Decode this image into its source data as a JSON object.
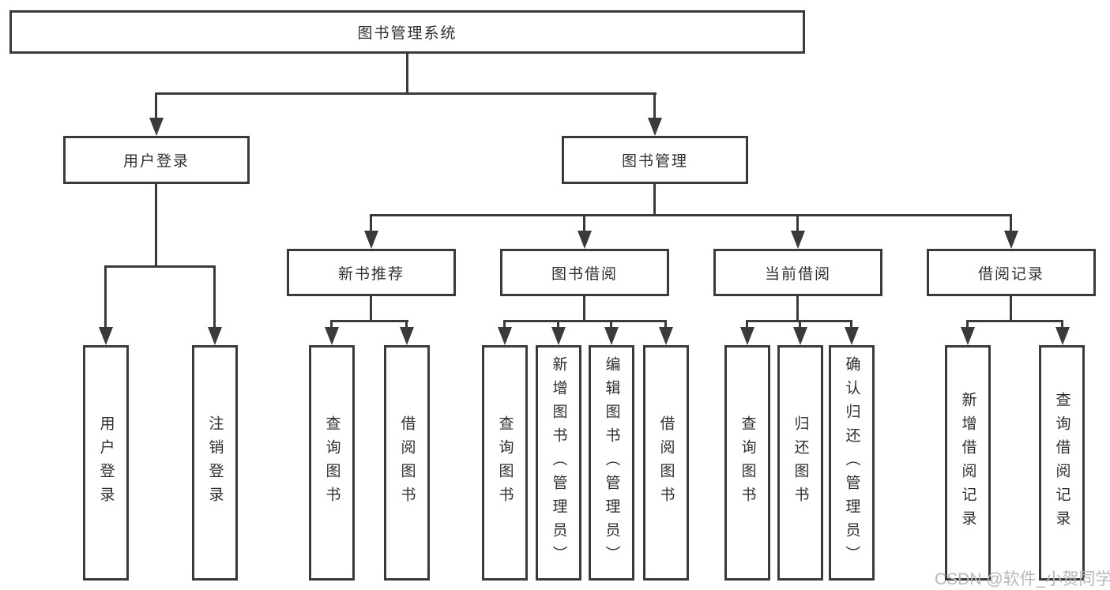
{
  "tree": {
    "root": {
      "label": "图书管理系统"
    },
    "branches": [
      {
        "label": "用户登录",
        "children": [
          {
            "label": "用户登录"
          },
          {
            "label": "注销登录"
          }
        ]
      },
      {
        "label": "图书管理",
        "children": [
          {
            "label": "新书推荐",
            "children": [
              {
                "label": "查询图书"
              },
              {
                "label": "借阅图书"
              }
            ]
          },
          {
            "label": "图书借阅",
            "children": [
              {
                "label": "查询图书"
              },
              {
                "label": "新增图书（管理员）"
              },
              {
                "label": "编辑图书（管理员）"
              },
              {
                "label": "借阅图书"
              }
            ]
          },
          {
            "label": "当前借阅",
            "children": [
              {
                "label": "查询图书"
              },
              {
                "label": "归还图书"
              },
              {
                "label": "确认归还（管理员）"
              }
            ]
          },
          {
            "label": "借阅记录",
            "children": [
              {
                "label": "新增借阅记录"
              },
              {
                "label": "查询借阅记录"
              }
            ]
          }
        ]
      }
    ]
  },
  "watermark": {
    "text": "CSDN @软件_小贺同学"
  },
  "colors": {
    "line": "#3a3a3a",
    "text": "#2f2f2f",
    "watermark": "#b8b8b8",
    "background": "#ffffff"
  }
}
